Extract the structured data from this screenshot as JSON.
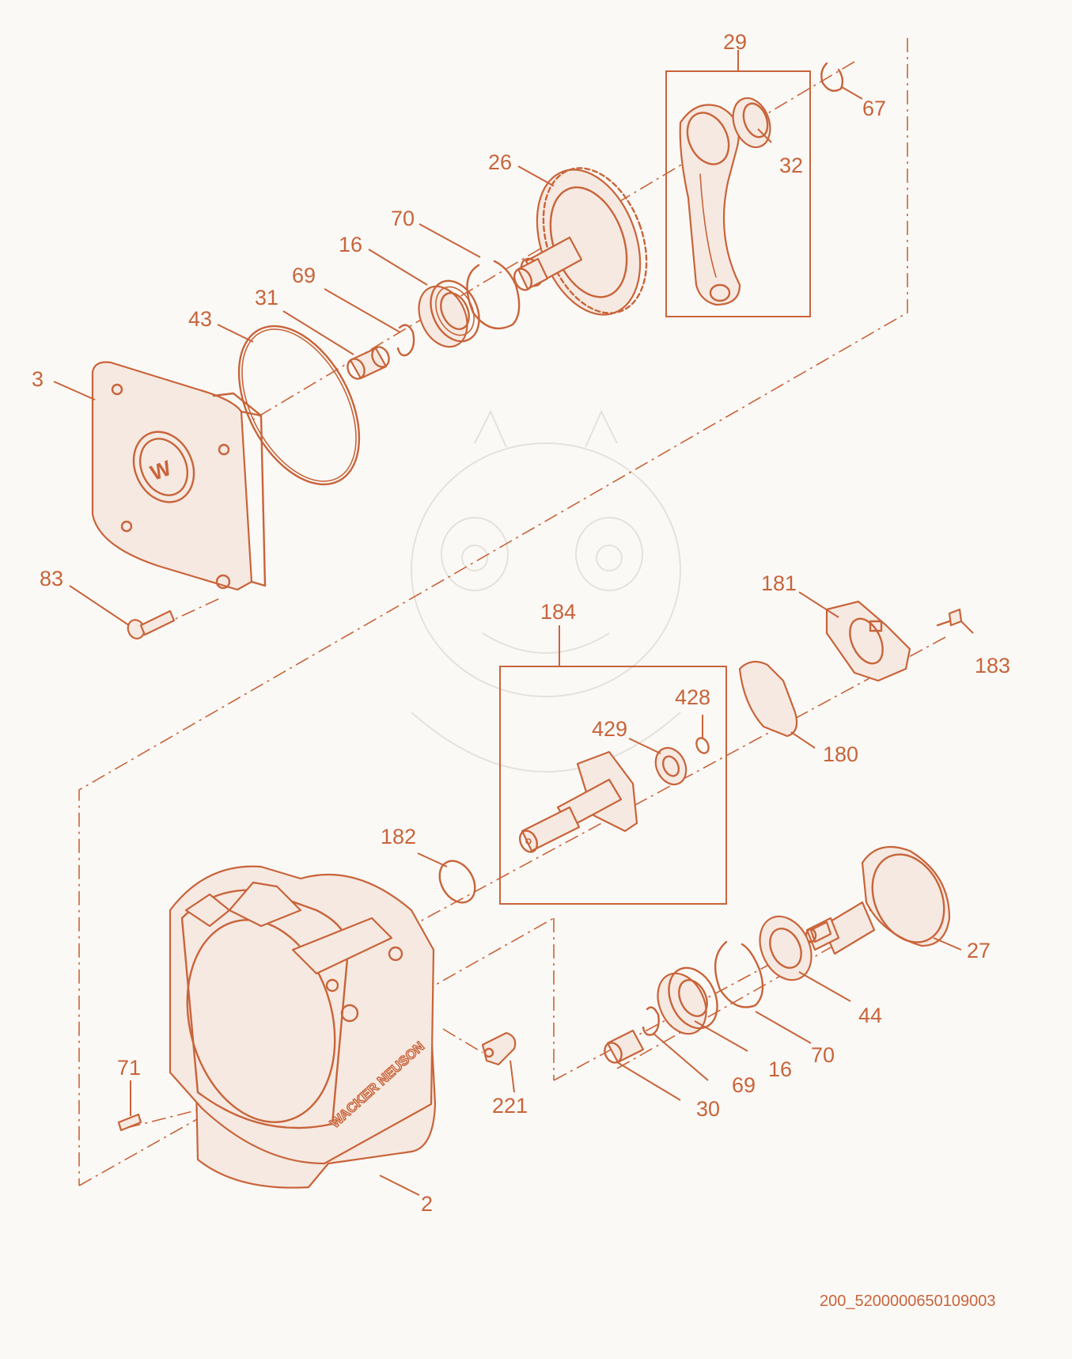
{
  "diagram": {
    "drawing_number": "200_5200000650109003",
    "brand_mark": "WACKER NEUSON",
    "logo_letter": "W",
    "accent_color": "#c8643a",
    "callouts": [
      {
        "id": "c29",
        "label": "29"
      },
      {
        "id": "c67",
        "label": "67"
      },
      {
        "id": "c32",
        "label": "32"
      },
      {
        "id": "c26",
        "label": "26"
      },
      {
        "id": "c70a",
        "label": "70"
      },
      {
        "id": "c16a",
        "label": "16"
      },
      {
        "id": "c69a",
        "label": "69"
      },
      {
        "id": "c31",
        "label": "31"
      },
      {
        "id": "c43",
        "label": "43"
      },
      {
        "id": "c3",
        "label": "3"
      },
      {
        "id": "c83",
        "label": "83"
      },
      {
        "id": "c181",
        "label": "181"
      },
      {
        "id": "c183",
        "label": "183"
      },
      {
        "id": "c184",
        "label": "184"
      },
      {
        "id": "c428",
        "label": "428"
      },
      {
        "id": "c429",
        "label": "429"
      },
      {
        "id": "c180",
        "label": "180"
      },
      {
        "id": "c182",
        "label": "182"
      },
      {
        "id": "c27",
        "label": "27"
      },
      {
        "id": "c44",
        "label": "44"
      },
      {
        "id": "c70b",
        "label": "70"
      },
      {
        "id": "c16b",
        "label": "16"
      },
      {
        "id": "c69b",
        "label": "69"
      },
      {
        "id": "c30",
        "label": "30"
      },
      {
        "id": "c221",
        "label": "221"
      },
      {
        "id": "c71",
        "label": "71"
      },
      {
        "id": "c2",
        "label": "2"
      }
    ]
  }
}
